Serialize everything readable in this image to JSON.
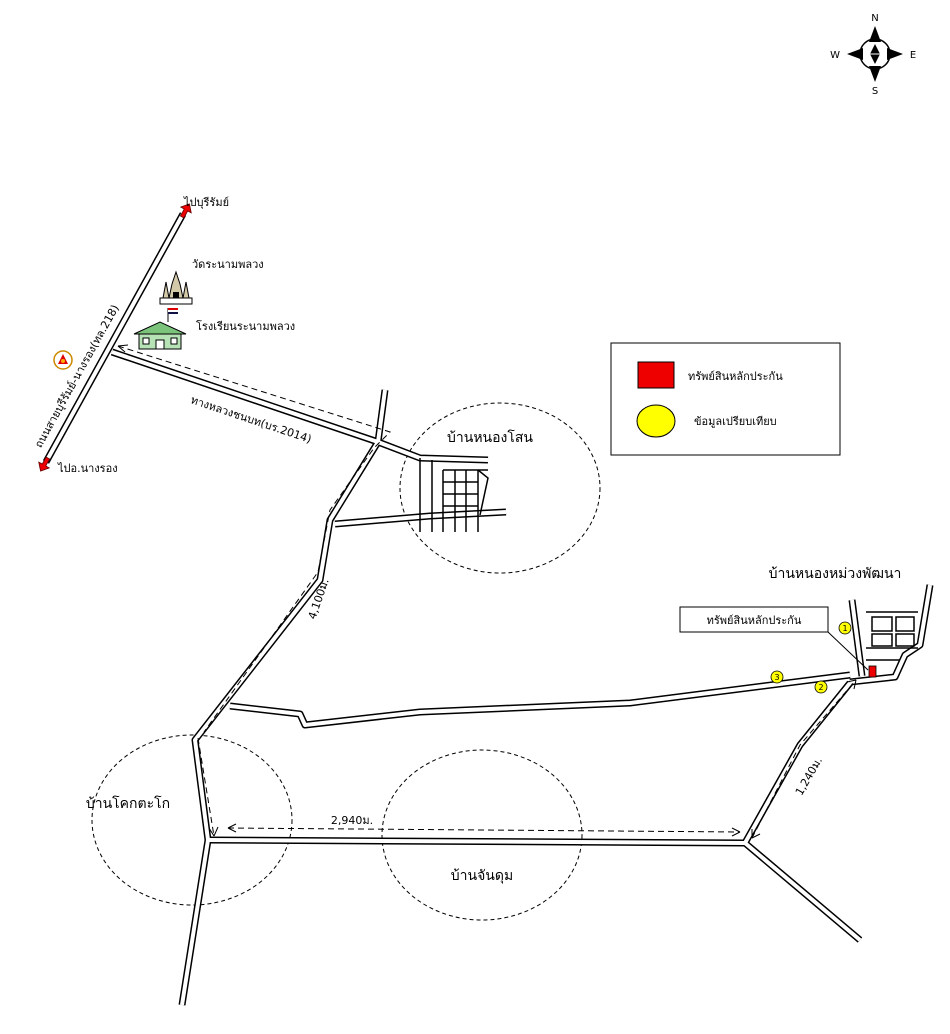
{
  "compass": {
    "n": "N",
    "s": "S",
    "e": "E",
    "w": "W"
  },
  "roads": {
    "main_highway": "ถนนสายบุรีรัมย์-นางรอง(ทล.218)",
    "rural_road": "ทางหลวงชนบท(บร.2014)"
  },
  "directions": {
    "to_buriram": "ไปบุรีรัมย์",
    "to_nangrong": "ไปอ.นางรอง"
  },
  "landmarks": {
    "temple": "วัดระนามพลวง",
    "school": "โรงเรียนระนามพลวง"
  },
  "villages": {
    "nong_sano": "บ้านหนองโสน",
    "nong_muang": "บ้านหนองหม่วงพัฒนา",
    "khok_tako": "บ้านโคกตะโก",
    "chan_dum": "บ้านจันดุม"
  },
  "distances": {
    "d1": "4,100ม.",
    "d2": "2,940ม.",
    "d3": "1,240ม."
  },
  "collateral_callout": "ทรัพย์สินหลักประกัน",
  "comparables": [
    "1",
    "2",
    "3"
  ],
  "legend": {
    "collateral": "ทรัพย์สินหลักประกัน",
    "comparable": "ข้อมูลเปรียบเทียบ"
  },
  "colors": {
    "collateral": "#ee0000",
    "comparable": "#ffff00"
  }
}
